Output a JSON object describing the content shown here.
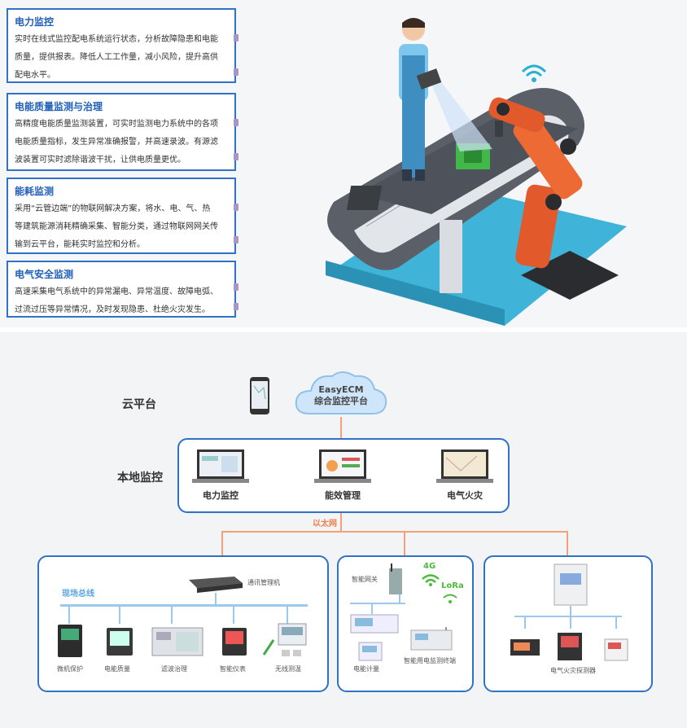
{
  "cards": [
    {
      "title": "电力监控",
      "lines": [
        "实时在线式监控配电系统运行状态，分析故障隐患和电能",
        "质量，提供报表。降低人工工作量，减小风险，提升高供",
        "配电水平。"
      ]
    },
    {
      "title": "电能质量监测与治理",
      "lines": [
        "高精度电能质量监测装置，可实时监测电力系统中的各项",
        "电能质量指标，发生异常准确报警，并高速录波。有源滤",
        "波装置可实时滤除谐波干扰，让供电质量更优。"
      ]
    },
    {
      "title": "能耗监测",
      "lines": [
        "采用“云管边端”的物联网解决方案，将水、电、气、热",
        "等建筑能源消耗精确采集、智能分类，通过物联网网关传",
        "输到云平台，能耗实时监控和分析。"
      ]
    },
    {
      "title": "电气安全监测",
      "lines": [
        "高速采集电气系统中的异常漏电、异常温度、故障电弧、",
        "过流过压等异常情况，及时发现隐患、杜绝火灾发生。"
      ]
    }
  ],
  "diagram": {
    "cloud_label": "云平台",
    "cloud_name_1": "EasyECM",
    "cloud_name_2": "综合监控平台",
    "local_label": "本地监控",
    "monitors": [
      "电力监控",
      "能效管理",
      "电气火灾"
    ],
    "ethernet": "以太网",
    "field_bus": "现场总线",
    "comm_manager": "通讯管理机",
    "field_devices": [
      "微机保护",
      "电能质量",
      "滤波治理",
      "智能仪表",
      "无线测温"
    ],
    "gateway": "智能网关",
    "net_4g": "4G",
    "net_lora": "LoRa",
    "energy_meter": "电能计量",
    "smart_terminal": "智能用电监测终端",
    "fire_detector": "电气火灾探测器"
  },
  "colors": {
    "accent": "#2f72c8",
    "orange": "#f4a07a",
    "bus": "#9cc8ee",
    "green": "#4cbb3c"
  }
}
